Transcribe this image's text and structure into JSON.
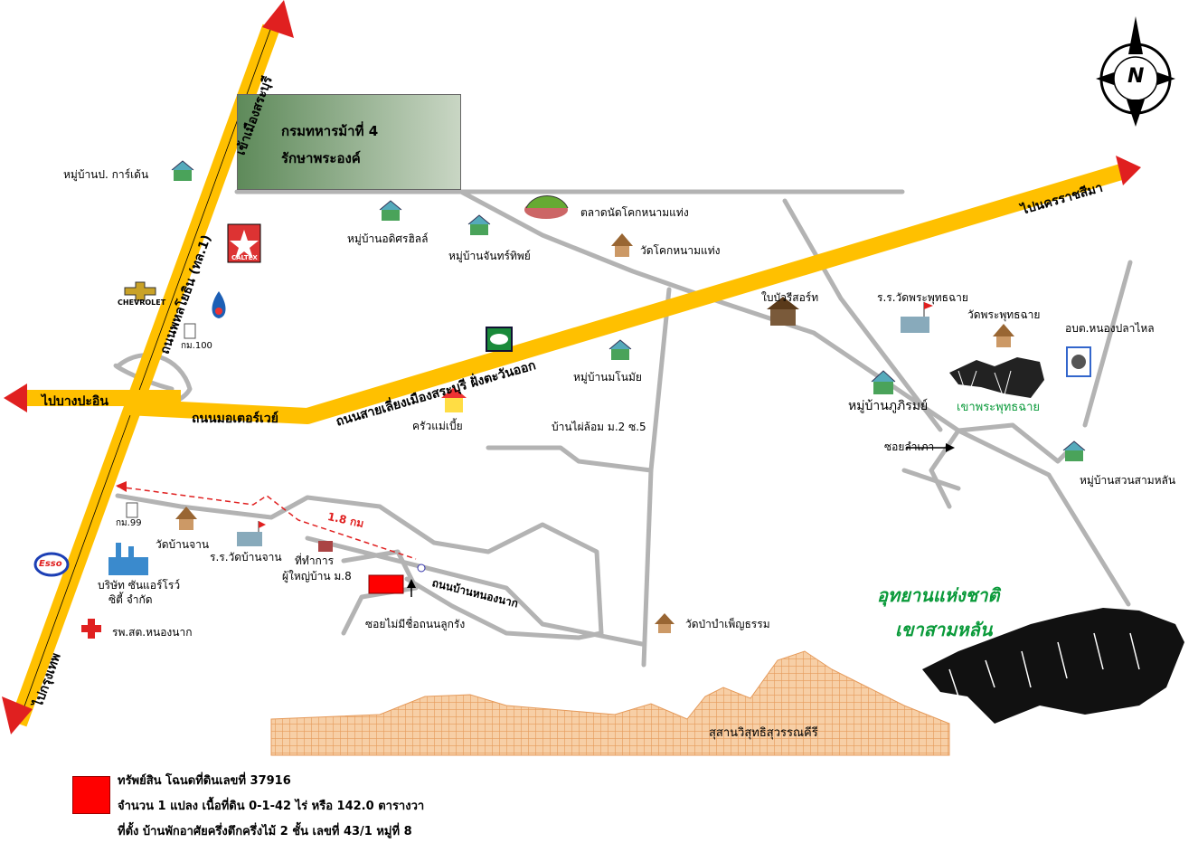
{
  "colors": {
    "highway": "#ffc000",
    "road": "#b3b3b3",
    "arrow": "#e02020",
    "route": "#e02020",
    "park_text": "#0a9a3a",
    "property": "#ff0000",
    "mountain_fill": "#f4c59a"
  },
  "compass": {
    "label": "N"
  },
  "military_box": {
    "line1": "กรมทหารม้าที่ 4",
    "line2": "รักษาพระองค์"
  },
  "roads": {
    "highway_north": "เข้าเมืองสระบุรี",
    "highway_name": "ถนนพหลโยธิน (ทล.1)",
    "to_nakhon": "ไปนครราชสีมา",
    "to_bangpain": "ไปบางปะอิน",
    "motorway": "ถนนมอเตอร์เวย์",
    "bypass": "ถนนสายเลี่ยงเมืองสระบุรี ฝั่งตะวันออก",
    "to_bangkok": "ไปกรุงเทพ",
    "nongnak": "ถนนบ้านหนองนาก",
    "distance": "1.8 กม"
  },
  "places": [
    {
      "id": "garden",
      "text": "หมู่บ้านป. การ์เด้น"
    },
    {
      "id": "adisorn",
      "text": "หมู่บ้านอดิศรฮิลล์"
    },
    {
      "id": "chantip",
      "text": "หมู่บ้านจันทร์ทิพย์"
    },
    {
      "id": "market",
      "text": "ตลาดนัดโคกหนามแท่ง"
    },
    {
      "id": "wat_khok",
      "text": "วัดโคกหนามแท่ง"
    },
    {
      "id": "resort",
      "text": "ใบบัวรีสอร์ท"
    },
    {
      "id": "school_phut",
      "text": "ร.ร.วัดพระพุทธฉาย"
    },
    {
      "id": "wat_phut",
      "text": "วัดพระพุทธฉาย"
    },
    {
      "id": "obt",
      "text": "อบต.หนองปลาไหล"
    },
    {
      "id": "km100",
      "text": "กม.100"
    },
    {
      "id": "monomai",
      "text": "หมู่บ้านมโนมัย"
    },
    {
      "id": "kitchen",
      "text": "ครัวแม่เบี้ย"
    },
    {
      "id": "phailom",
      "text": "บ้านไผ่ล้อม ม.2 ซ.5"
    },
    {
      "id": "phurirom",
      "text": "หมู่บ้านภูภิรมย์"
    },
    {
      "id": "khao_phut",
      "text": "เขาพระพุทธฉาย"
    },
    {
      "id": "soi_lampao",
      "text": "ซอยลำเภา"
    },
    {
      "id": "suan_sam",
      "text": "หมู่บ้านสวนสามหลัน"
    },
    {
      "id": "km99",
      "text": "กม.99"
    },
    {
      "id": "wat_banchan",
      "text": "วัดบ้านจาน"
    },
    {
      "id": "school_banchan",
      "text": "ร.ร.วัดบ้านจาน"
    },
    {
      "id": "office1",
      "text": "ที่ทำการ"
    },
    {
      "id": "office2",
      "text": "ผู้ใหญ่บ้าน ม.8"
    },
    {
      "id": "company1",
      "text": "บริษัท ซันแอร์โรว์"
    },
    {
      "id": "company2",
      "text": "ซิตี้ จำกัด"
    },
    {
      "id": "hospital",
      "text": "รพ.สต.หนองนาก"
    },
    {
      "id": "soi_unnamed",
      "text": "ซอยไม่มีชื่อถนนลูกรัง"
    },
    {
      "id": "wat_pa",
      "text": "วัดป่าบำเพ็ญธรรม"
    },
    {
      "id": "cemetery",
      "text": "สุสานวิสุทธิสุวรรณคีรี"
    }
  ],
  "logos": {
    "caltex": "CALTEX",
    "chevrolet": "CHEVROLET",
    "esso": "Esso"
  },
  "park": {
    "line1": "อุทยานแห่งชาติ",
    "line2": "เขาสามหลัน"
  },
  "legend": {
    "line1": "ทรัพย์สิน   โฉนดที่ดินเลขที่ 37916",
    "line2": "จำนวน 1 แปลง  เนื้อที่ดิน 0-1-42 ไร่  หรือ 142.0 ตารางวา",
    "line3": "ที่ตั้ง  บ้านพักอาศัยครึ่งตึกครึ่งไม้ 2 ชั้น  เลขที่ 43/1  หมู่ที่ 8"
  }
}
